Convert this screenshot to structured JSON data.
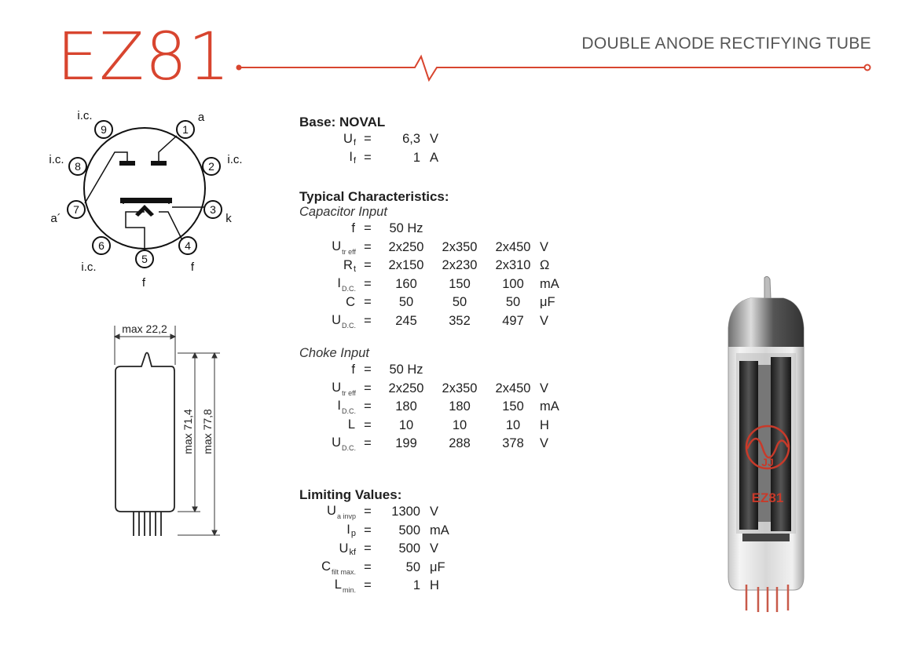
{
  "header": {
    "title": "EZ81",
    "subtitle": "DOUBLE ANODE RECTIFYING TUBE",
    "accent_color": "#d8452f"
  },
  "pinout": {
    "pins": [
      "1",
      "2",
      "3",
      "4",
      "5",
      "6",
      "7",
      "8",
      "9"
    ],
    "labels": {
      "p9": "i.c.",
      "p1": "a",
      "p8": "i.c.",
      "p2": "i.c.",
      "p7": "a´",
      "p3": "k",
      "p6": "i.c.",
      "p4": "f",
      "p5": "f"
    }
  },
  "dimensions": {
    "width": "max 22,2",
    "body_height": "max 71,4",
    "total_height": "max 77,8"
  },
  "base": {
    "heading": "Base: NOVAL",
    "rows": [
      {
        "sym": "U",
        "sub": "f",
        "eq": "=",
        "val": "6,3",
        "unit": "V"
      },
      {
        "sym": "I",
        "sub": "f",
        "eq": "=",
        "val": "1",
        "unit": "A"
      }
    ]
  },
  "typical": {
    "heading": "Typical Characteristics:",
    "capacitor": {
      "label": "Capacitor Input",
      "rows": [
        {
          "sym": "f",
          "sub": "",
          "eq": "=",
          "v1": "50 Hz",
          "v2": "",
          "v3": "",
          "unit": ""
        },
        {
          "sym": "U",
          "sub": "tr eff",
          "eq": "=",
          "v1": "2x250",
          "v2": "2x350",
          "v3": "2x450",
          "unit": "V"
        },
        {
          "sym": "R",
          "sub": "t",
          "eq": "=",
          "v1": "2x150",
          "v2": "2x230",
          "v3": "2x310",
          "unit": "Ω"
        },
        {
          "sym": "I",
          "sub": "D.C.",
          "eq": "=",
          "v1": "160",
          "v2": "150",
          "v3": "100",
          "unit": "mA"
        },
        {
          "sym": "C",
          "sub": "",
          "eq": "=",
          "v1": "50",
          "v2": "50",
          "v3": "50",
          "unit": "μF"
        },
        {
          "sym": "U",
          "sub": "D.C.",
          "eq": "=",
          "v1": "245",
          "v2": "352",
          "v3": "497",
          "unit": "V"
        }
      ]
    },
    "choke": {
      "label": "Choke Input",
      "rows": [
        {
          "sym": "f",
          "sub": "",
          "eq": "=",
          "v1": "50 Hz",
          "v2": "",
          "v3": "",
          "unit": ""
        },
        {
          "sym": "U",
          "sub": "tr eff",
          "eq": "=",
          "v1": "2x250",
          "v2": "2x350",
          "v3": "2x450",
          "unit": "V"
        },
        {
          "sym": "I",
          "sub": "D.C.",
          "eq": "=",
          "v1": "180",
          "v2": "180",
          "v3": "150",
          "unit": "mA"
        },
        {
          "sym": "L",
          "sub": "",
          "eq": "=",
          "v1": "10",
          "v2": "10",
          "v3": "10",
          "unit": "H"
        },
        {
          "sym": "U",
          "sub": "D.C.",
          "eq": "=",
          "v1": "199",
          "v2": "288",
          "v3": "378",
          "unit": "V"
        }
      ]
    }
  },
  "limiting": {
    "heading": "Limiting Values:",
    "rows": [
      {
        "sym": "U",
        "sub": "a invp",
        "eq": "=",
        "val": "1300",
        "unit": "V"
      },
      {
        "sym": "I",
        "sub": "p",
        "eq": "=",
        "val": "500",
        "unit": "mA"
      },
      {
        "sym": "U",
        "sub": "kf",
        "eq": "=",
        "val": "500",
        "unit": "V"
      },
      {
        "sym": "C",
        "sub": "filt max.",
        "eq": "=",
        "val": "50",
        "unit": "μF"
      },
      {
        "sym": "L",
        "sub": "min.",
        "eq": "=",
        "val": "1",
        "unit": "H"
      }
    ]
  },
  "tube_photo": {
    "logo_letters": "JJ",
    "print": "EZ81"
  }
}
